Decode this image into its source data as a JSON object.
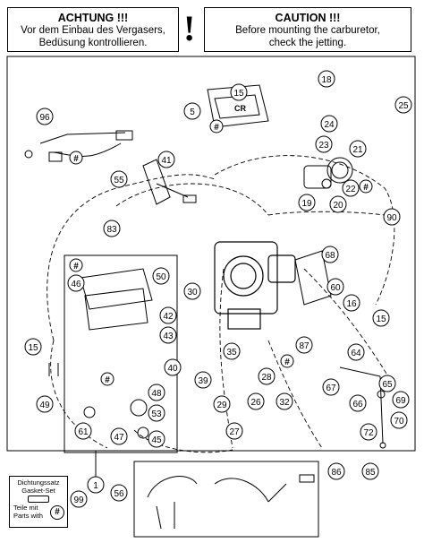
{
  "warning_de": {
    "heading": "ACHTUNG !!!",
    "line1": "Vor dem Einbau des Vergasers,",
    "line2": "Bedüsung kontrollieren."
  },
  "warning_en": {
    "heading": "CAUTION !!!",
    "line1": "Before mounting the carburetor,",
    "line2": "check the jetting."
  },
  "warning_mark": "!",
  "legend": {
    "gasket_set_de": "Dichtungssatz",
    "gasket_set_en": "Gasket-Set",
    "parts_with_de": "Teile mit",
    "parts_with_en": "Parts with",
    "marker": "#"
  },
  "callouts": [
    "1",
    "5",
    "15",
    "16",
    "18",
    "19",
    "20",
    "21",
    "22",
    "23",
    "24",
    "25",
    "26",
    "27",
    "28",
    "29",
    "30",
    "32",
    "35",
    "39",
    "40",
    "41",
    "42",
    "43",
    "45",
    "46",
    "47",
    "48",
    "49",
    "50",
    "53",
    "55",
    "56",
    "60",
    "61",
    "64",
    "65",
    "66",
    "67",
    "68",
    "69",
    "70",
    "72",
    "83",
    "85",
    "86",
    "87",
    "90",
    "96",
    "99"
  ],
  "hash_marker": "#"
}
